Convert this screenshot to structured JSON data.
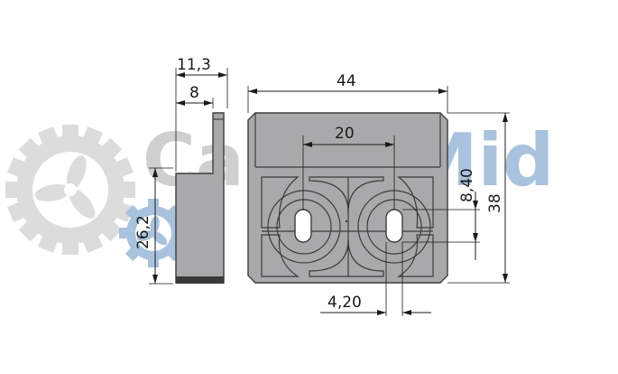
{
  "watermark": {
    "text_left": "Cala",
    "text_right": "Mid",
    "color_left": "#c8c8c8",
    "color_right": "#a9c2de",
    "gear_color_large": "#d9d9d9",
    "gear_color_small": "#a9c2de"
  },
  "dimensions": {
    "side_total_width": "11,3",
    "side_inner_width": "8",
    "side_height": "26,2",
    "front_width": "44",
    "hole_spacing": "20",
    "hole_offset_vertical": "8,40",
    "front_height": "38",
    "hole_width": "4,20"
  },
  "colors": {
    "part_fill": "#a9a9ab",
    "part_outline": "#3c3c3c",
    "dimension_line": "#1a1a1a",
    "base_strip": "#3a3a3a"
  }
}
